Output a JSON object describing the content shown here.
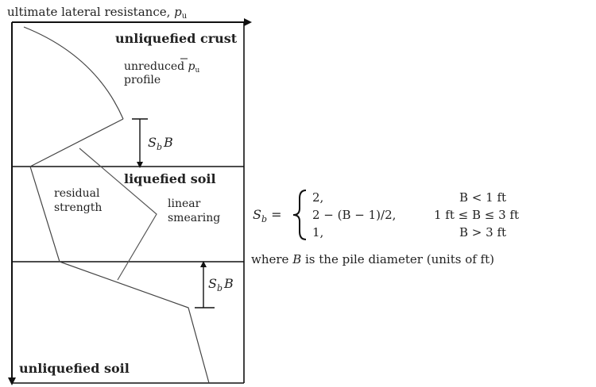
{
  "axis_title": "ultimate lateral resistance, ",
  "axis_title_symbol": "p",
  "axis_title_sub": "u",
  "layers": {
    "top": "unliquefied crust",
    "middle": "liquefied soil",
    "bottom": "unliquefied soil"
  },
  "labels": {
    "unreduced_line1": "unreduced ",
    "unreduced_symbol": "p",
    "unreduced_sub": "u",
    "unreduced_line2": "profile",
    "residual_line1": "residual",
    "residual_line2": "strength",
    "linear_line1": "linear",
    "linear_line2": "smearing",
    "sb_symbol": "S",
    "sb_sub": "b",
    "sb_B": "B"
  },
  "formula": {
    "lhs_symbol": "S",
    "lhs_sub": "b",
    "lhs_eq": " =",
    "cases": [
      {
        "value": "2,",
        "condition": "B < 1 ft"
      },
      {
        "value": "2 − (B − 1)/2,",
        "condition": "1 ft ≤ B ≤ 3 ft"
      },
      {
        "value": "1,",
        "condition": "B > 3 ft"
      }
    ],
    "note_prefix": "where ",
    "note_var": "B",
    "note_rest": " is the pile diameter (units of ft)"
  }
}
